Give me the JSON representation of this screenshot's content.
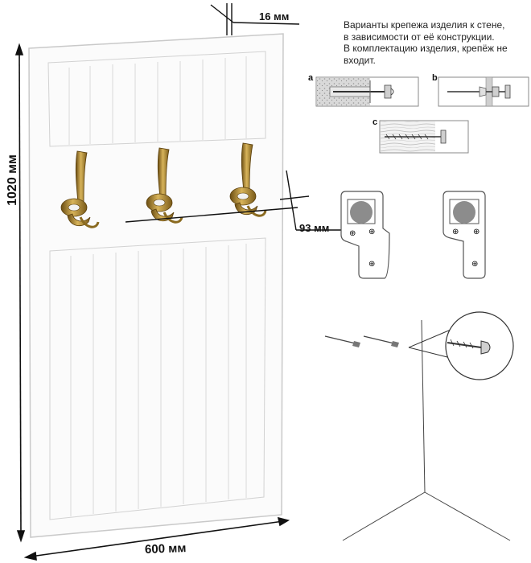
{
  "dimensions": {
    "depth": "16 мм",
    "height": "1020 мм",
    "width": "600 мм",
    "hook_offset": "93 мм"
  },
  "note": {
    "lines": [
      "Варианты крепежа изделия к стене,",
      "в зависимости от её конструкции.",
      "В комплектацию изделия, крепёж не",
      "входит."
    ]
  },
  "mount_options": {
    "a": "a",
    "b": "b",
    "c": "c"
  },
  "colors": {
    "panel": "#fbfbfb",
    "panel_stroke": "#c9c9c9",
    "hook_brass": "#b38a2a",
    "line": "#111111"
  }
}
